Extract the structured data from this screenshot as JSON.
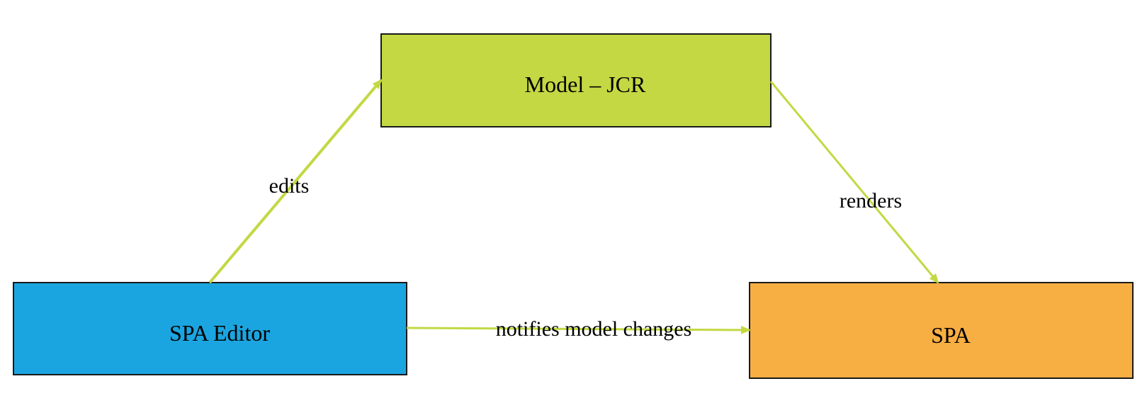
{
  "nodes": {
    "model": {
      "label": "Model – JCR",
      "color": "#c3d843"
    },
    "editor": {
      "label": "SPA Editor",
      "color": "#1ba5e0"
    },
    "spa": {
      "label": "SPA",
      "color": "#f7ae42"
    }
  },
  "edges": {
    "edits": {
      "label": "edits"
    },
    "renders": {
      "label": "renders"
    },
    "notifies": {
      "label": "notifies model changes"
    }
  },
  "colors": {
    "arrow": "#c3d843",
    "border": "#1a1a1a"
  }
}
